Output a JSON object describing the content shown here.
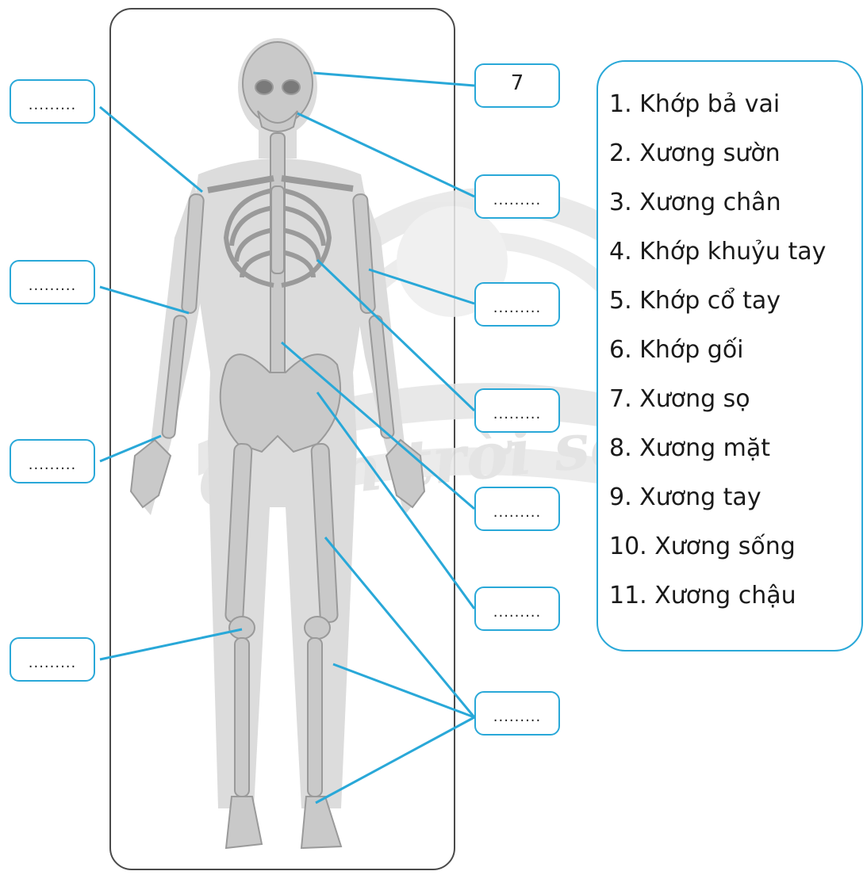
{
  "colors": {
    "connector": "#29a8d8",
    "bone": "#c9c9c9",
    "bone_outline": "#9a9a9a",
    "body_silhouette": "#d6d6d6",
    "frame": "#4a4a4a",
    "watermark": "#e3e3e3"
  },
  "watermark": {
    "text": "Chân trời sáng tạo"
  },
  "figure": {
    "subject": "human skeleton"
  },
  "label_boxes": [
    {
      "id": "box-skull",
      "text": "7"
    },
    {
      "id": "box-shoulder",
      "text": "........."
    },
    {
      "id": "box-face",
      "text": "........."
    },
    {
      "id": "box-elbow",
      "text": "........."
    },
    {
      "id": "box-arm",
      "text": "........."
    },
    {
      "id": "box-wrist",
      "text": "........."
    },
    {
      "id": "box-ribs",
      "text": "........."
    },
    {
      "id": "box-spine",
      "text": "........."
    },
    {
      "id": "box-pelvis",
      "text": "........."
    },
    {
      "id": "box-knee",
      "text": "........."
    },
    {
      "id": "box-leg",
      "text": "........."
    }
  ],
  "legend": {
    "items": [
      "1. Khớp bả vai",
      "2. Xương sườn",
      "3. Xương chân",
      "4. Khớp khuỷu tay",
      "5. Khớp cổ tay",
      "6. Khớp gối",
      "7. Xương sọ",
      "8. Xương mặt",
      "9. Xương tay",
      "10. Xương sống",
      "11. Xương chậu"
    ]
  }
}
